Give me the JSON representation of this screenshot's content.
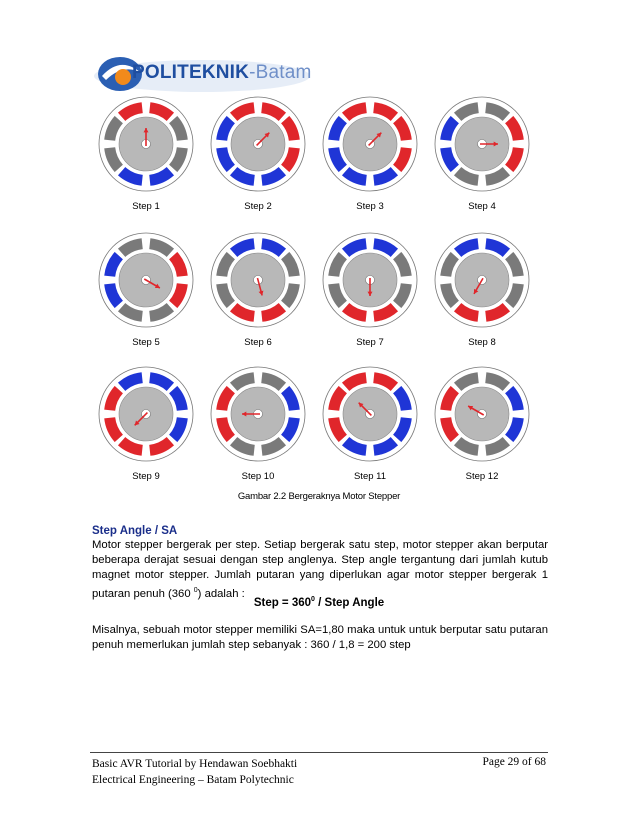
{
  "header": {
    "logo_name": "POLITEKNIK",
    "logo_city": "Batam",
    "logo_icon": "politeknik-swirl-icon"
  },
  "figure": {
    "caption": "Gambar 2.2 Bergeraknya Motor Stepper",
    "steps": [
      {
        "label": "Step 1",
        "angle": -90
      },
      {
        "label": "Step 2",
        "angle": -45
      },
      {
        "label": "Step 3",
        "angle": -45
      },
      {
        "label": "Step 4",
        "angle": 0
      },
      {
        "label": "Step 5",
        "angle": 30
      },
      {
        "label": "Step 6",
        "angle": 75
      },
      {
        "label": "Step 7",
        "angle": 90
      },
      {
        "label": "Step 8",
        "angle": 120
      },
      {
        "label": "Step 9",
        "angle": 135
      },
      {
        "label": "Step 10",
        "angle": 180
      },
      {
        "label": "Step 11",
        "angle": 225
      },
      {
        "label": "Step 12",
        "angle": 210
      }
    ],
    "colors": {
      "north": "#e0262b",
      "south": "#1f35d6",
      "idle": "#7a7a7a",
      "rotor": "#b8b8b8",
      "ring": "#ffffff"
    }
  },
  "content": {
    "section_title": "Step Angle / SA",
    "para1": "Motor stepper bergerak per step. Setiap bergerak satu step, motor stepper akan berputar beberapa derajat sesuai dengan step anglenya. Step angle tergantung dari jumlah kutub magnet motor stepper. Jumlah putaran yang diperlukan agar motor stepper bergerak 1 putaran penuh (360 ",
    "para1_sup": "0",
    "para1_end": ") adalah :",
    "formula_start": "Step = 360",
    "formula_sup": "0",
    "formula_end": " / Step Angle",
    "para2": "Misalnya, sebuah motor stepper memiliki SA=1,80 maka untuk untuk berputar satu putaran penuh memerlukan jumlah step sebanyak : 360 / 1,8 = 200 step"
  },
  "footer": {
    "line1": "Basic AVR Tutorial by Hendawan Soebhakti",
    "line2": "Electrical Engineering – Batam Polytechnic",
    "page": "Page 29 of 68"
  }
}
